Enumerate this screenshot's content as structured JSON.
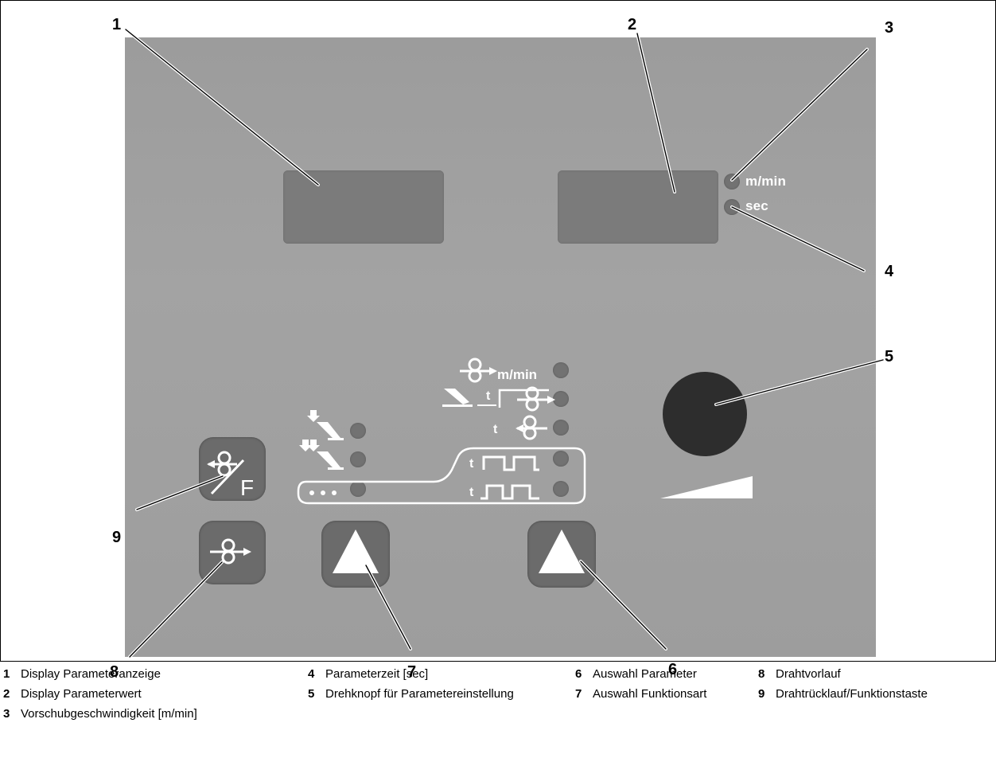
{
  "panel_labels": {
    "led_mmin": "m/min",
    "led_sec": "sec",
    "speed_unit": "m/min",
    "func_button_letter": "F"
  },
  "callouts": [
    "1",
    "2",
    "3",
    "4",
    "5",
    "6",
    "7",
    "8",
    "9"
  ],
  "legend": [
    {
      "num": "1",
      "text": "Display Parameteranzeige"
    },
    {
      "num": "2",
      "text": "Display Parameterwert"
    },
    {
      "num": "3",
      "text": "Vorschubgeschwindigkeit [m/min]"
    },
    {
      "num": "4",
      "text": "Parameterzeit [sec]"
    },
    {
      "num": "5",
      "text": "Drehknopf für Parametereinstellung"
    },
    {
      "num": "6",
      "text": "Auswahl Parameter"
    },
    {
      "num": "7",
      "text": "Auswahl Funktionsart"
    },
    {
      "num": "8",
      "text": "Drahtvorlauf"
    },
    {
      "num": "9",
      "text": "Drahtrücklauf/Funktionstaste"
    }
  ],
  "colors": {
    "panel": "#a0a0a0",
    "display": "#7b7b7b",
    "led": "#727272",
    "button": "#6b6b6b",
    "knob": "#2d2d2d"
  },
  "icons": [
    "wire-reel-icon",
    "torch-icon",
    "arrow-up-icon",
    "ramp-icon"
  ]
}
